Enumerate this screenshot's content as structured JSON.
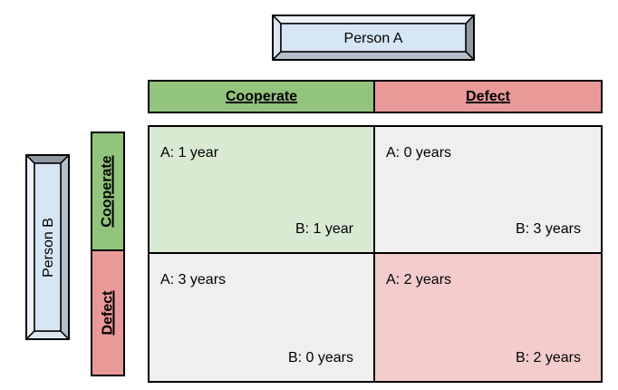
{
  "players": {
    "a": "Person A",
    "b": "Person B"
  },
  "column_headers": [
    "Cooperate",
    "Defect"
  ],
  "row_headers": [
    "Cooperate",
    "Defect"
  ],
  "cells": [
    {
      "a": "A: 1 year",
      "b": "B: 1 year",
      "bg": "#d9ead3"
    },
    {
      "a": "A: 0 years",
      "b": "B: 3 years",
      "bg": "#efefef"
    },
    {
      "a": "A: 3 years",
      "b": "B: 0 years",
      "bg": "#efefef"
    },
    {
      "a": "A: 2 years",
      "b": "B: 2 years",
      "bg": "#f4cccc"
    }
  ],
  "colors": {
    "header_green": "#93c47d",
    "header_red": "#ea9999",
    "box_fill": "#d6e6f5",
    "bevel_light": "#edf2f8",
    "bevel_mid_light": "#dce6ef",
    "bevel_mid": "#b4bfc9",
    "bevel_dark": "#8f9aa5",
    "outline": "#000000"
  }
}
